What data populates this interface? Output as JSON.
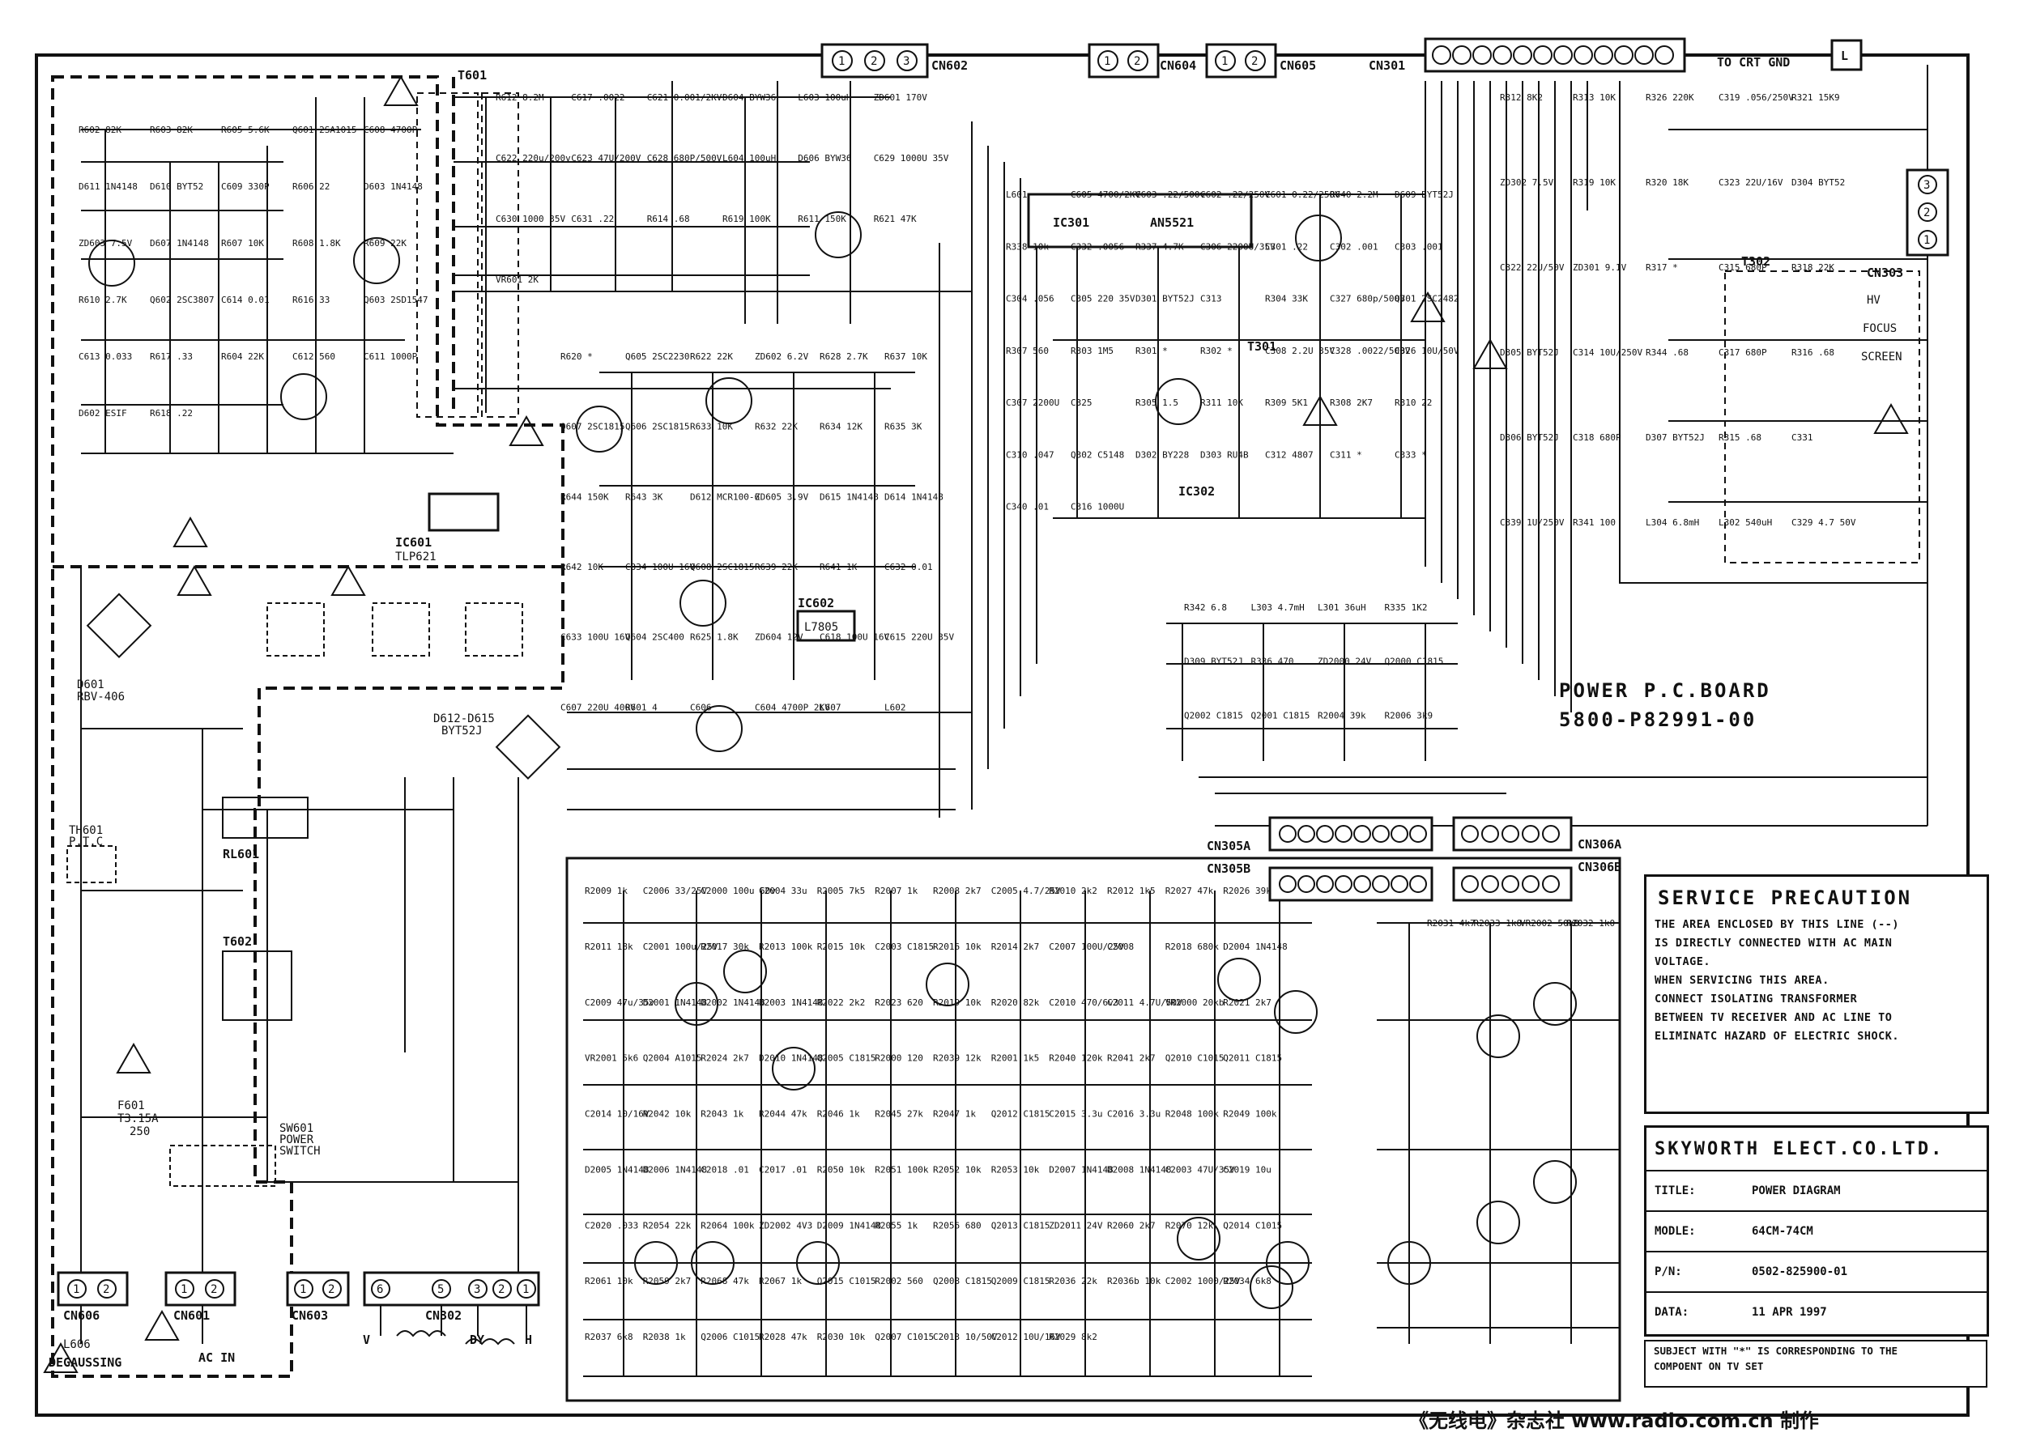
{
  "board": {
    "name": "POWER P.C.BOARD",
    "number": "5800-P82991-00"
  },
  "precaution": {
    "heading": "SERVICE PRECAUTION",
    "lines": [
      "THE AREA ENCLOSED BY THIS LINE (--)",
      "IS DIRECTLY CONNECTED WITH AC MAIN",
      "VOLTAGE.",
      "WHEN SERVICING THIS AREA.",
      "CONNECT ISOLATING TRANSFORMER",
      "BETWEEN TV RECEIVER AND AC LINE TO",
      "ELIMINATC HAZARD OF ELECTRIC SHOCK."
    ]
  },
  "title_block": {
    "company": "SKYWORTH ELECT.CO.LTD.",
    "title_label": "TITLE:",
    "title_value": "POWER DIAGRAM",
    "model_label": "MODLE:",
    "model_value": "64CM-74CM",
    "pn_label": "P/N:",
    "pn_value": "0502-825900-01",
    "date_label": "DATA:",
    "date_value": "11 APR 1997"
  },
  "note": {
    "line1": "SUBJECT WITH \"*\" IS CORRESPONDING TO THE",
    "line2": "COMPOENT ON TV SET"
  },
  "footer": "《无线电》杂志社 www.radio.com.cn 制作",
  "connectors": {
    "cn602": "CN602",
    "cn604": "CN604",
    "cn605": "CN605",
    "cn301": "CN301",
    "cn303": "CN303",
    "cn305a": "CN305A",
    "cn305b": "CN305B",
    "cn306a": "CN306A",
    "cn306b": "CN306B",
    "cn606": "CN606",
    "cn601": "CN601",
    "cn603": "CN603",
    "cn302": "CN302",
    "to_crt_gnd": "TO CRT GND",
    "hv": "HV",
    "focus": "FOCUS",
    "screen": "SCREEN"
  },
  "ics": {
    "ic301": "IC301",
    "ic301_type": "AN5521",
    "ic302": "IC302",
    "ic601": "IC601",
    "ic601_type": "TLP621",
    "ic602": "IC602",
    "ic602_type": "L7805"
  },
  "transformers": {
    "t601": "T601",
    "t602": "T602",
    "t301": "T301",
    "t302": "T302"
  },
  "misc": {
    "rl601": "RL601",
    "th601": "TH601",
    "th601_type": "P.T.C",
    "f601": "F601",
    "f601_rating": "T3.15A",
    "f601_v": "250",
    "sw601": "SW601",
    "sw601_l2": "POWER",
    "sw601_l3": "SWITCH",
    "l606": "L606",
    "degaussing": "DEGAUSSING",
    "ac_in": "AC IN",
    "v": "V",
    "dy": "DY",
    "h": "H",
    "d601": "D601",
    "d601_type": "RBV-406",
    "d612": "D612-D615",
    "d612_type": "BYT52J"
  },
  "parts": [
    "R602 82K",
    "R603 82K",
    "R605 5.6K",
    "Q601 2SA1015",
    "C608 4700P",
    "D611 1N4148",
    "D610 BYT52",
    "C609 330P",
    "R606 22",
    "D603 1N4148",
    "ZD603 7.5V",
    "D607 1N4148",
    "R607 10K",
    "R608 1.8K",
    "R609 22K",
    "R610 2.7K",
    "Q602 2SC3807",
    "C614 0.01",
    "R616 33",
    "Q603 2SD1547",
    "C613 0.033",
    "R617 .33",
    "R604 22K",
    "C612 560",
    "C611 1000P",
    "D602 ESIF",
    "R618 .22",
    "R612 8.2M",
    "C617 .0022",
    "C621 0.001/2KV",
    "D604 BYW36",
    "L603 100uH",
    "ZD601 170V",
    "C622 220u/200v",
    "C623 47U/200V",
    "C628 680P/500V",
    "L604 100uH",
    "D606 BYW36",
    "C629 1000U 35V",
    "C630 1000 35V",
    "C631 .22",
    "R614 .68",
    "R619 100K",
    "R611 150K",
    "R621 47K",
    "VR601 2K",
    "R620 *",
    "Q605 2SC2230",
    "R622 22K",
    "ZD602 6.2V",
    "R628 2.7K",
    "R637 10K",
    "Q607 2SC1815",
    "Q606 2SC1815",
    "R633 10K",
    "R632 22K",
    "R634 12K",
    "R635 3K",
    "R644 150K",
    "R643 3K",
    "D612 MCR100-6",
    "ZD605 3.9V",
    "D615 1N4148",
    "D614 1N4148",
    "R642 10K",
    "C334 100U 16V",
    "Q608 2SC1815",
    "R639 22K",
    "R641 1K",
    "C632 0.01",
    "C633 100U 16V",
    "Q604 2SC400",
    "R625 1.8K",
    "ZD604 12V",
    "C618 100U 16V",
    "C615 220U 35V",
    "C607 220U 400V",
    "R601 4",
    "C606",
    "C604 4700P 2KV",
    "L607",
    "L602",
    "L601",
    "C605 4700/2KV",
    "C603 .22/500v",
    "C602 .22/250V",
    "C601 0.22/250V",
    "R640 2.2M",
    "D609 BYT52J",
    "R338 10k",
    "C332 .0056",
    "R337 4.7K",
    "C306 2200U/35V",
    "C301 .22",
    "C302 .001",
    "C303 .001",
    "C304 .056",
    "C305 220 35V",
    "D301 BYT52J",
    "C313",
    "R304 33K",
    "C327 680p/500V",
    "Q301 2SC2482",
    "R307 560",
    "R303 1M5",
    "R301 *",
    "R302 *",
    "C308 2.2U 35V",
    "C328 .0022/500V",
    "C326 10U/50V",
    "C307 2200U",
    "C325",
    "R305 1.5",
    "R311 10K",
    "R309 5K1",
    "R308 2K7",
    "R310 22",
    "C310 .047",
    "Q302 C5148",
    "D302 BY228",
    "D303 RU4B",
    "C312 4807",
    "C311 *",
    "C333 *",
    "C340 .01",
    "C316 1000U",
    "R312 8K2",
    "R313 10K",
    "R326 220K",
    "C319 .056/250V",
    "R321 15K9",
    "ZD302 7.5V",
    "R319 10K",
    "R320 18K",
    "C323 22U/16V",
    "D304 BYT52",
    "C322 22U/50V",
    "ZD301 9.1V",
    "R317 *",
    "C315 680P",
    "R318 22K",
    "D305 BYT52J",
    "C314 10U/250V",
    "R344 .68",
    "C317 680P",
    "R316 .68",
    "D306 BYT52J",
    "C318 680P",
    "D307 BYT52J",
    "R315 .68",
    "C331",
    "C339 1U/250V",
    "R341 100",
    "L304 6.8mH",
    "L302 540uH",
    "C329 4.7 50V",
    "R342 6.8",
    "L303 4.7mH",
    "L301 36uH",
    "R335 1K2",
    "D309 BYT52J",
    "R336 470",
    "ZD2000 24V",
    "Q2000 C1815",
    "Q2002 C1815",
    "Q2001 C1815",
    "R2004 39k",
    "R2006 3k9",
    "R2009 1k",
    "C2006 33/25V",
    "C2000 100u 50v",
    "C2004 33u",
    "R2005 7k5",
    "R2007 1k",
    "R2008 2k7",
    "C2005 4.7/25V",
    "R2010 2k2",
    "R2012 1k5",
    "R2027 47k",
    "R2026 39k",
    "R2011 18k",
    "C2001 100u/25V",
    "R2017 30k",
    "R2013 100k",
    "R2015 10k",
    "C2003 C1815",
    "R2016 10k",
    "R2014 2k7",
    "C2007 100U/25V",
    "C2008",
    "R2018 680k",
    "D2004 1N4148",
    "C2009 47u/35v",
    "D2001 1N4148",
    "D2002 1N4148",
    "D2003 1N4148",
    "R2022 2k2",
    "R2023 620",
    "R2019 10k",
    "R2020 82k",
    "C2010 470/6v3",
    "C2011 4.7U/50V",
    "VR2000 20kb",
    "R2021 2k7",
    "VR2001 5k6",
    "Q2004 A1015",
    "R2024 2k7",
    "D2010 1N4148",
    "Q2005 C1815",
    "R2000 120",
    "R2039 12k",
    "R2001 1k5",
    "R2040 120k",
    "R2041 2k7",
    "Q2010 C1015",
    "Q2011 C1815",
    "C2014 10/16V",
    "R2042 10k",
    "R2043 1k",
    "R2044 47k",
    "R2046 1k",
    "R2045 27k",
    "R2047 1k",
    "Q2012 C1815",
    "C2015 3.3u",
    "C2016 3.3u",
    "R2048 100k",
    "R2049 100k",
    "D2005 1N4148",
    "D2006 1N4148",
    "C2018 .01",
    "C2017 .01",
    "R2050 10k",
    "R2051 100k",
    "R2052 10k",
    "R2053 10k",
    "D2007 1N4148",
    "D2008 1N4148",
    "C2003 47U/35V",
    "C2019 10u",
    "C2020 .033",
    "R2054 22k",
    "R2064 100k",
    "ZD2002 4V3",
    "D2009 1N4148",
    "R2055 1k",
    "R2056 680",
    "Q2013 C1815",
    "ZD2011 24V",
    "R2060 2k7",
    "R2070 12k",
    "Q2014 C1015",
    "R2061 10k",
    "R2059 2k7",
    "R2068 47k",
    "R2067 1k",
    "Q2015 C1015",
    "R2002 560",
    "Q2008 C1815",
    "Q2009 C1815",
    "R2036 22k",
    "R2036b 10k",
    "C2002 1000/25V",
    "R2034 6k8",
    "R2037 6k8",
    "R2038 1k",
    "Q2006 C1015",
    "R2028 47k",
    "R2030 10k",
    "Q2007 C1015",
    "C2013 10/50V",
    "C2012 10U/16V",
    "R2029 8k2",
    "R2031 4k7",
    "R2033 1k8",
    "VR2002 50kB",
    "R2032 1k0"
  ]
}
